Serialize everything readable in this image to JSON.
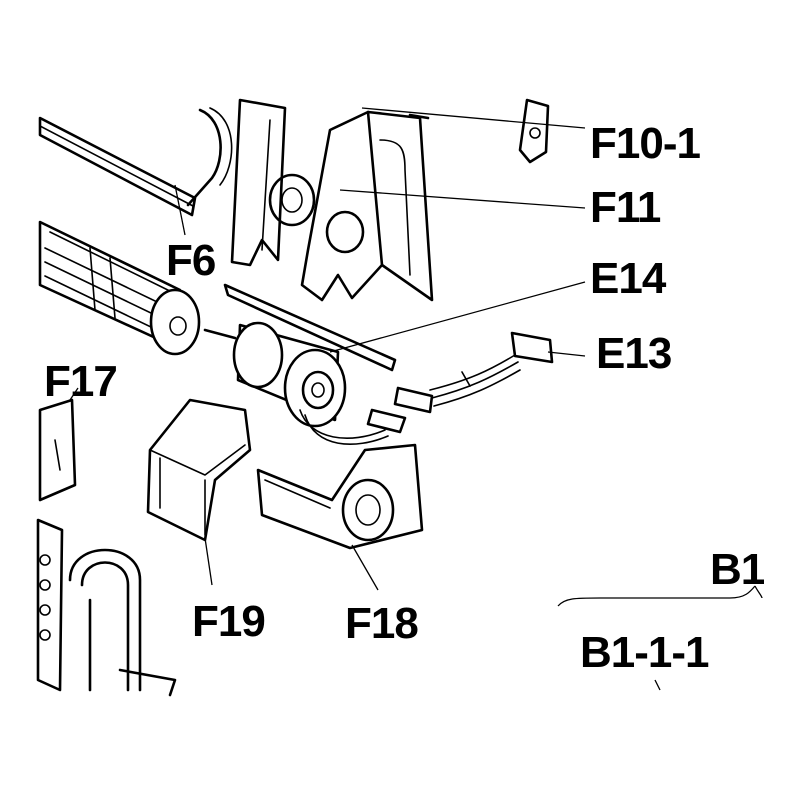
{
  "labels": {
    "f10_1": "F10-1",
    "f11": "F11",
    "f6": "F6",
    "e14": "E14",
    "e13": "E13",
    "f17": "F17",
    "f19": "F19",
    "f18": "F18",
    "b1": "B1",
    "b1_1_1": "B1-1-1"
  }
}
